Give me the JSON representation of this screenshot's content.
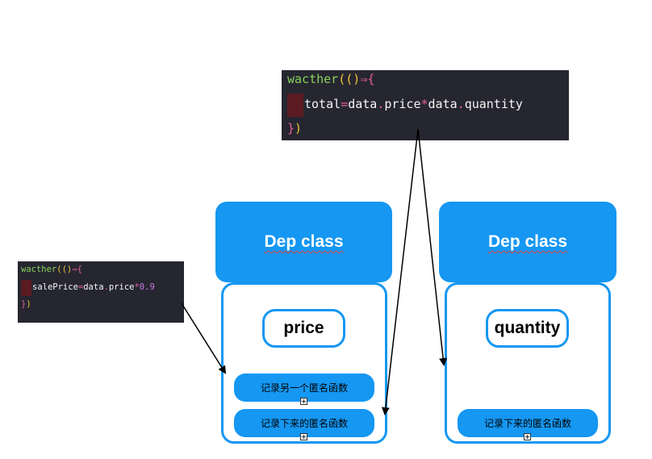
{
  "code_main": {
    "line1": {
      "kw": "wacther",
      "paren": "(()",
      "arrow": "⇒",
      "brace": "{"
    },
    "line2": {
      "a": "total",
      "op1": "=",
      "b": "data",
      "dot1": ".",
      "c": "price",
      "op2": "*",
      "d": "data",
      "dot2": ".",
      "e": "quantity"
    },
    "line3": {
      "brace": "}",
      "paren": ")"
    }
  },
  "code_small": {
    "line1": {
      "kw": "wacther",
      "paren": "(()",
      "arrow": "⇒",
      "brace": "{"
    },
    "line2": {
      "a": "salePrice",
      "op1": "=",
      "b": "data",
      "dot1": ".",
      "c": "price",
      "op2": "*",
      "num": "0.9"
    },
    "line3": {
      "brace": "}",
      "paren": ")"
    }
  },
  "dep_left": {
    "header": "Dep class",
    "property": "price",
    "functions": [
      "记录另一个匿名函数",
      "记录下来的匿名函数"
    ]
  },
  "dep_right": {
    "header": "Dep class",
    "property": "quantity",
    "functions": [
      "记录下来的匿名函数"
    ]
  },
  "colors": {
    "blue": "#1597f2",
    "code_bg": "#262631"
  }
}
